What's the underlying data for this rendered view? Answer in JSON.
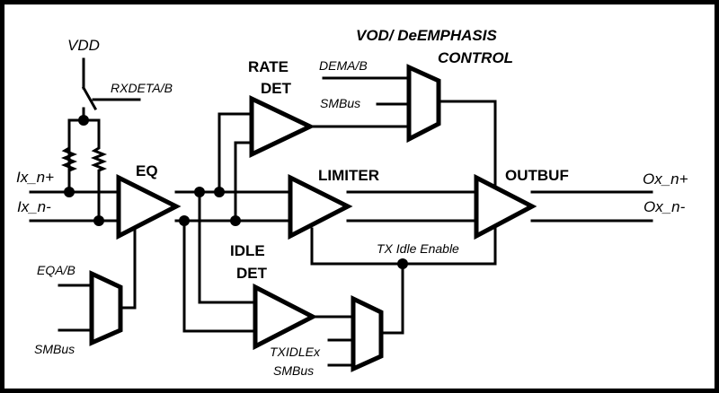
{
  "diagram": {
    "type": "block-diagram",
    "blocks": {
      "eq": {
        "label": "EQ"
      },
      "rate_det": {
        "label_line1": "RATE",
        "label_line2": "DET"
      },
      "limiter": {
        "label": "LIMITER"
      },
      "outbuf": {
        "label": "OUTBUF"
      },
      "idle_det": {
        "label_line1": "IDLE",
        "label_line2": "DET"
      },
      "vod_control": {
        "label_line1": "VOD/ DeEMPHASIS",
        "label_line2": "CONTROL"
      }
    },
    "signals": {
      "vdd": "VDD",
      "rxdet": "RXDETA/B",
      "input_pos": "Ix_n+",
      "input_neg": "Ix_n-",
      "output_pos": "Ox_n+",
      "output_neg": "Ox_n-",
      "eq_sel": "EQA/B",
      "eq_smbus": "SMBus",
      "dem_sel": "DEMA/B",
      "dem_smbus": "SMBus",
      "tx_idle_enable": "TX Idle Enable",
      "txidle": "TXIDLEx",
      "idle_smbus": "SMBus"
    },
    "colors": {
      "stroke": "#000000",
      "background": "#ffffff"
    }
  }
}
